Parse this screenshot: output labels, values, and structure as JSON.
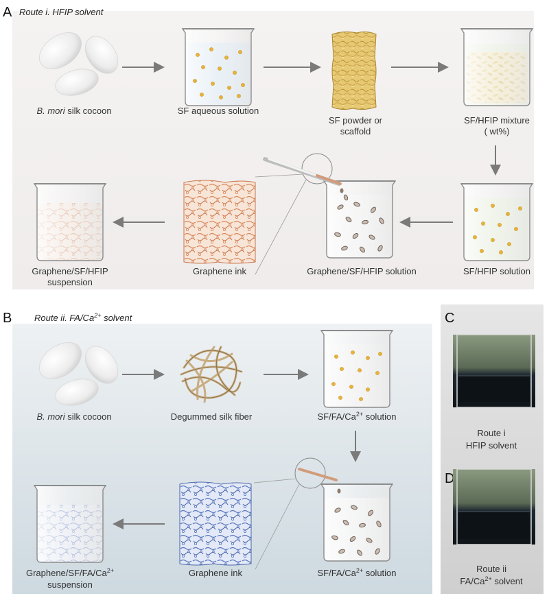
{
  "panels": {
    "a": {
      "letter": "A",
      "title": "Route i. HFIP solvent",
      "labels": {
        "cocoon_italic": "B. mori",
        "cocoon_rest": " silk cocoon",
        "sf_aqueous": "SF aqueous solution",
        "sf_powder_1": "SF powder or",
        "sf_powder_2": "scaffold",
        "sf_hfip_mix_1": "SF/HFIP mixture",
        "sf_hfip_mix_2": "( wt%)",
        "sf_hfip_solution": "SF/HFIP solution",
        "graphene_sf_hfip_solution": "Graphene/SF/HFIP solution",
        "graphene_ink": "Graphene ink",
        "suspension_1": "Graphene/SF/HFIP",
        "suspension_2": "suspension"
      }
    },
    "b": {
      "letter": "B",
      "title_pre": "Route ii. FA/Ca",
      "title_sup": "2+",
      "title_post": " solvent",
      "labels": {
        "cocoon_italic": "B. mori",
        "cocoon_rest": " silk cocoon",
        "degummed": "Degummed silk fiber",
        "sf_fa_ca_pre": "SF/FA/Ca",
        "sf_fa_ca_sup": "2+",
        "sf_fa_ca_post": " solution",
        "sf_fa_ca2_pre": "SF/FA/Ca",
        "sf_fa_ca2_sup": "2+",
        "sf_fa_ca2_post": " solution",
        "graphene_ink": "Graphene ink",
        "suspension_1_pre": "Graphene/SF/FA/Ca",
        "suspension_1_sup": "2+",
        "suspension_2": "suspension"
      }
    },
    "c": {
      "letter": "C",
      "line1": "Route i",
      "line2": "HFIP solvent"
    },
    "d": {
      "letter": "D",
      "line1": "Route ii",
      "line2_pre": "FA/Ca",
      "line2_sup": "2+",
      "line2_post": " solvent"
    }
  },
  "colors": {
    "panel_a_bg": "#f3f1f0",
    "panel_b_bg": "#dfe7ec",
    "arrow": "#7a7a7a",
    "sf_dot": "#e8b43a",
    "graphene_flake": "#8a7a6e",
    "orange_ink": "#d98a5c",
    "blue_ink": "#5a78c0"
  }
}
